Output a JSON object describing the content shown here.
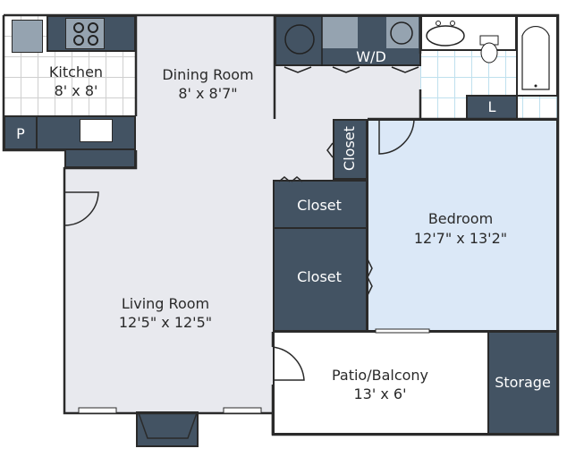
{
  "rooms": {
    "kitchen": {
      "name": "Kitchen",
      "size": "8' x 8'"
    },
    "dining": {
      "name": "Dining Room",
      "size": "8' x 8'7\""
    },
    "living": {
      "name": "Living Room",
      "size": "12'5\" x 12'5\""
    },
    "bedroom": {
      "name": "Bedroom",
      "size": "12'7\" x 13'2\""
    },
    "patio": {
      "name": "Patio/Balcony",
      "size": "13' x 6'"
    },
    "storage": {
      "name": "Storage"
    },
    "closet_vertical": {
      "name": "Closet"
    },
    "closet_upper": {
      "name": "Closet"
    },
    "closet_lower": {
      "name": "Closet"
    },
    "washer_dryer": {
      "name": "W/D"
    },
    "pantry": {
      "name": "P"
    },
    "linen": {
      "name": "L"
    }
  },
  "colors": {
    "cabinet": "#435363",
    "floor": "#e8e9ee",
    "bedroom": "#dbe8f7",
    "wall": "#2a2a2a"
  }
}
